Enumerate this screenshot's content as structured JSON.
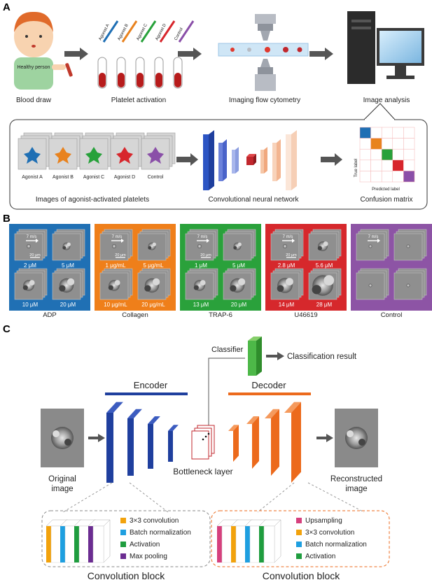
{
  "panel_a": {
    "letter": "A",
    "person_label": "Healthy person",
    "steps": [
      "Blood draw",
      "Platelet activation",
      "Imaging flow cytometry",
      "Image analysis"
    ],
    "tubes": [
      "Agonist A",
      "Agonist B",
      "Agonist C",
      "Agonist D",
      "Control"
    ],
    "tube_colors": [
      "#1f6fb4",
      "#e8821e",
      "#27a13a",
      "#d7262c",
      "#8a4fa8"
    ],
    "agonist_cards": [
      "Agonist A",
      "Agonist B",
      "Agonist C",
      "Agonist D",
      "Control"
    ],
    "sub_labels": [
      "Images of agonist-activated platelets",
      "Convolutional neural network",
      "Confusion matrix"
    ],
    "matrix_true": "True label",
    "matrix_pred": "Predicted label"
  },
  "panel_b": {
    "letter": "B",
    "scale_speed": "7 m/s",
    "scale_len": "20 μm",
    "groups": [
      {
        "name": "ADP",
        "color": "#2070b4",
        "conc": [
          "2 μM",
          "5 μM",
          "10 μM",
          "20 μM"
        ]
      },
      {
        "name": "Collagen",
        "color": "#ef7f1a",
        "conc": [
          "1 μg/mL",
          "5 μg/mL",
          "10 μg/mL",
          "20 μg/mL"
        ]
      },
      {
        "name": "TRAP-6",
        "color": "#2aa13b",
        "conc": [
          "1 μM",
          "5 μM",
          "13 μM",
          "20 μM"
        ]
      },
      {
        "name": "U46619",
        "color": "#d6282c",
        "conc": [
          "2.8 μM",
          "5.6 μM",
          "14 μM",
          "28 μM"
        ]
      },
      {
        "name": "Control",
        "color": "#8d54a5",
        "conc": []
      }
    ]
  },
  "panel_c": {
    "letter": "C",
    "classifier": "Classifier",
    "classification_result": "Classification result",
    "encoder": "Encoder",
    "decoder": "Decoder",
    "bottleneck": "Bottleneck layer",
    "original": [
      "Original",
      "image"
    ],
    "reconstructed": [
      "Reconstructed",
      "image"
    ],
    "encoder_block": {
      "title": "Convolution block",
      "legend": [
        {
          "label": "3×3 convolution",
          "color": "#f2a20c"
        },
        {
          "label": "Batch normalization",
          "color": "#1e9fe0"
        },
        {
          "label": "Activation",
          "color": "#1f9d3f"
        },
        {
          "label": "Max pooling",
          "color": "#6b2c91"
        }
      ]
    },
    "decoder_block": {
      "title": "Convolution block",
      "legend": [
        {
          "label": "Upsampling",
          "color": "#d6407d"
        },
        {
          "label": "3×3 convolution",
          "color": "#f2a20c"
        },
        {
          "label": "Batch normalization",
          "color": "#1e9fe0"
        },
        {
          "label": "Activation",
          "color": "#1f9d3f"
        }
      ]
    },
    "encoder_color": "#1f3f9e",
    "decoder_color": "#ec6a1c",
    "classifier_color": "#4db848"
  }
}
